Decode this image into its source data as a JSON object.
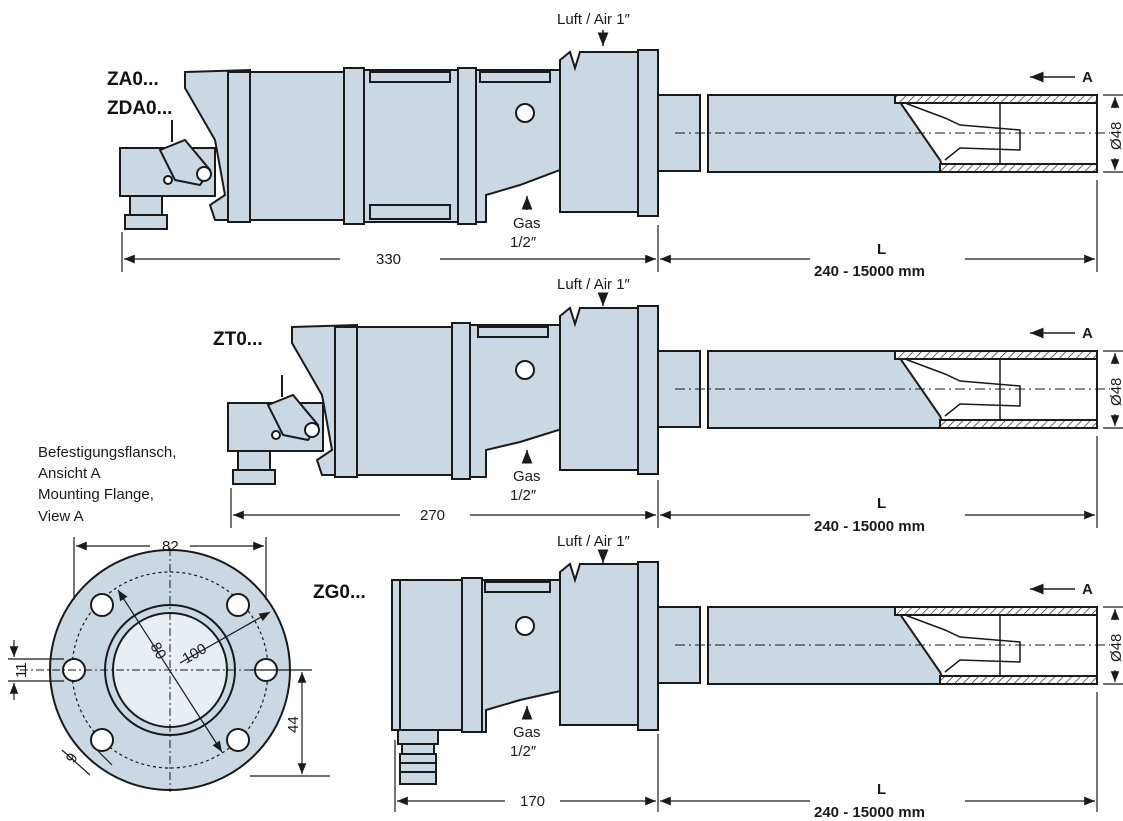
{
  "colors": {
    "body": "#c9d8e3",
    "line": "#1a1a1a",
    "gas": "#dfe8ef"
  },
  "variants": [
    {
      "name": "ZA0...",
      "name2": "ZDA0...",
      "air": "Luft / Air 1″",
      "gas": "Gas",
      "gas_size": "1/2″",
      "length": "330",
      "L": "L",
      "L_range": "240 - 15000 mm",
      "view": "A",
      "dia": "Ø48"
    },
    {
      "name": "ZT0...",
      "name2": "",
      "air": "Luft / Air 1″",
      "gas": "Gas",
      "gas_size": "1/2″",
      "length": "270",
      "L": "L",
      "L_range": "240 - 15000 mm",
      "view": "A",
      "dia": "Ø48"
    },
    {
      "name": "ZG0...",
      "name2": "",
      "air": "Luft / Air 1″",
      "gas": "Gas",
      "gas_size": "1/2″",
      "length": "170",
      "L": "L",
      "L_range": "240 - 15000 mm",
      "view": "A",
      "dia": "Ø48"
    }
  ],
  "flange": {
    "caption": [
      "Befestigungsflansch,",
      "Ansicht A",
      "Mounting Flange,",
      "View A"
    ],
    "width": "82",
    "inner": "80",
    "bolt_circle": "100",
    "offset_y": "11",
    "height": "44",
    "hole": "9"
  }
}
